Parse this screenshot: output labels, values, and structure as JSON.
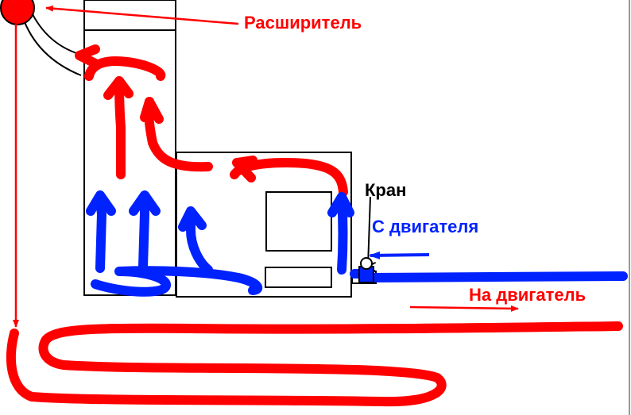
{
  "labels": {
    "expander": "Расширитель",
    "valve": "Кран",
    "from_engine": "С двигателя",
    "to_engine": "На двигатель"
  },
  "colors": {
    "hot_flow": "#ff0000",
    "cold_flow": "#0022ff",
    "outline": "#000000",
    "background": "#ffffff"
  }
}
